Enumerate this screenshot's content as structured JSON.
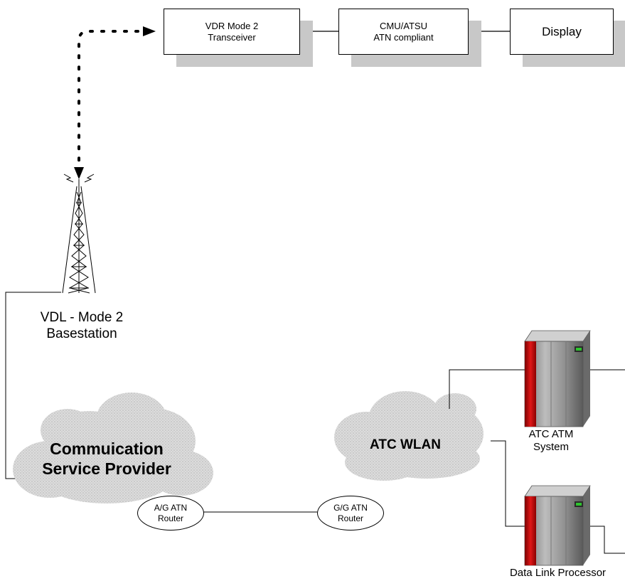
{
  "boxes": {
    "transceiver": [
      "VDR Mode 2",
      "Transceiver"
    ],
    "cmu": [
      "CMU/ATSU",
      "ATN compliant"
    ],
    "display": "Display"
  },
  "basestation": [
    "VDL - Mode 2",
    "Basestation"
  ],
  "clouds": {
    "csp": [
      "Commuication",
      "Service Provider"
    ],
    "atc": "ATC WLAN"
  },
  "routers": {
    "ag": [
      "A/G ATN",
      "Router"
    ],
    "gg": [
      "G/G ATN",
      "Router"
    ]
  },
  "servers": {
    "atm": [
      "ATC ATM",
      "System"
    ],
    "dlp": "Data Link Processor"
  },
  "colors": {
    "shadow": "#c8c8c8",
    "cloud": "#d4d4d4",
    "server_red": "#c81010",
    "server_body": "#9a9a9a"
  }
}
